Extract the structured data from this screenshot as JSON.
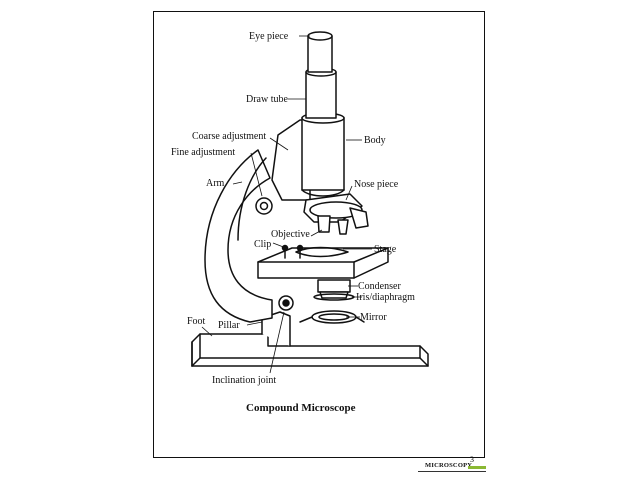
{
  "labels": {
    "eye_piece": "Eye piece",
    "draw_tube": "Draw tube",
    "coarse_adjustment": "Coarse adjustment",
    "fine_adjustment": "Fine adjustment",
    "body": "Body",
    "arm": "Arm",
    "nose_piece": "Nose piece",
    "objective": "Objective",
    "clip": "Clip",
    "stage": "Stage",
    "condenser": "Condenser",
    "iris_diaphragm": "Iris/diaphragm",
    "mirror": "Mirror",
    "foot": "Foot",
    "pillar": "Pillar",
    "inclination_joint": "Inclination joint"
  },
  "caption": "Compound Microscope",
  "footer": {
    "title": "MICROSCOPY",
    "page_number": "3",
    "accent_color": "#8ab833"
  }
}
